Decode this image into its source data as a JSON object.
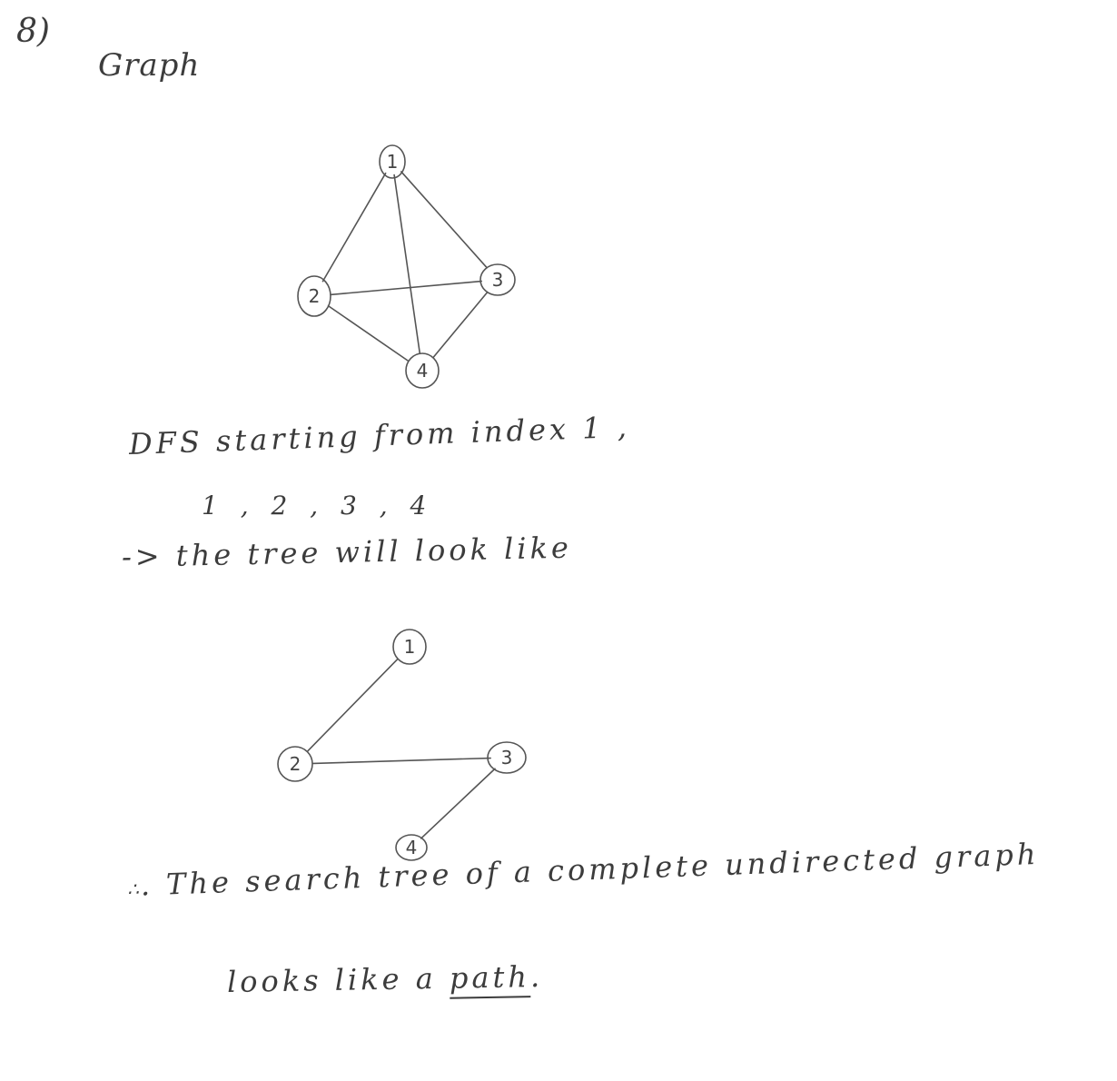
{
  "page": {
    "question_number": "8)",
    "heading": "Graph",
    "dfs_line": "DFS starting from index 1 ,",
    "visit_order": "1 , 2 , 3 , 4",
    "tree_line": "-> the tree will look like",
    "conclusion_line1_prefix": ". The search tree of a complete undirected graph",
    "conclusion_line2_prefix": "looks like a ",
    "conclusion_line2_underlined": "path",
    "conclusion_line2_suffix": "."
  },
  "graph": {
    "nodes": [
      {
        "id": "1",
        "label": "1"
      },
      {
        "id": "2",
        "label": "2"
      },
      {
        "id": "3",
        "label": "3"
      },
      {
        "id": "4",
        "label": "4"
      }
    ],
    "edges": [
      [
        "1",
        "2"
      ],
      [
        "1",
        "3"
      ],
      [
        "1",
        "4"
      ],
      [
        "2",
        "3"
      ],
      [
        "2",
        "4"
      ],
      [
        "3",
        "4"
      ]
    ]
  },
  "tree": {
    "nodes": [
      {
        "id": "1",
        "label": "1"
      },
      {
        "id": "2",
        "label": "2"
      },
      {
        "id": "3",
        "label": "3"
      },
      {
        "id": "4",
        "label": "4"
      }
    ],
    "edges": [
      [
        "1",
        "2"
      ],
      [
        "2",
        "3"
      ],
      [
        "3",
        "4"
      ]
    ]
  }
}
